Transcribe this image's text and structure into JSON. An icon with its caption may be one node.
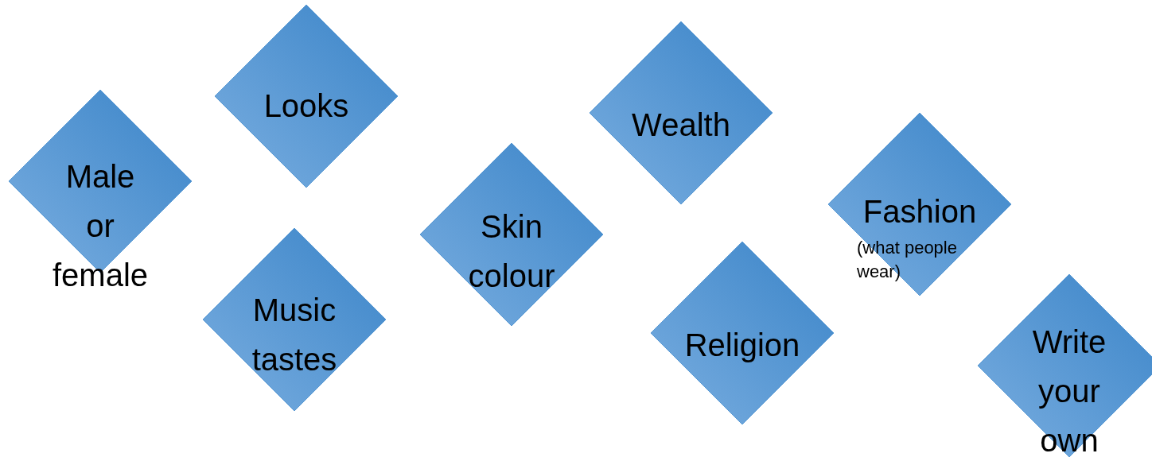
{
  "diagram": {
    "nodes": [
      {
        "text": [
          "Male or female"
        ]
      },
      {
        "text": [
          "Looks"
        ]
      },
      {
        "text": [
          "Music tastes"
        ]
      },
      {
        "text": [
          "Skin colour"
        ]
      },
      {
        "text": [
          "Wealth"
        ]
      },
      {
        "text": [
          "Religion"
        ]
      },
      {
        "text": [
          "Fashion",
          "(what people wear)"
        ]
      },
      {
        "text": [
          "Write your own"
        ]
      }
    ]
  }
}
